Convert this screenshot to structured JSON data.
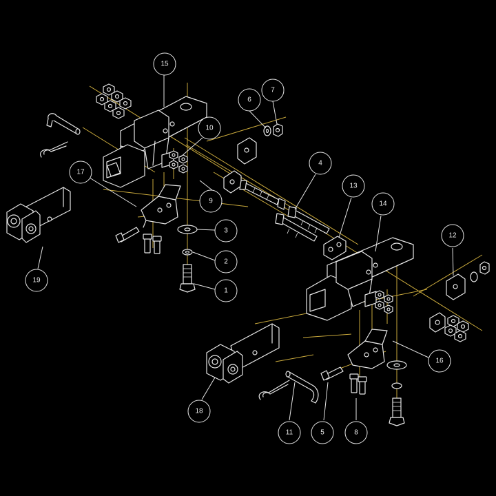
{
  "diagram": {
    "background_color": "#000000",
    "line_color": "#e6e6e6",
    "guide_color": "#c9a93c",
    "callouts": [
      "1",
      "2",
      "3",
      "4",
      "5",
      "6",
      "7",
      "8",
      "9",
      "10",
      "11",
      "12",
      "13",
      "14",
      "15",
      "16",
      "17",
      "18",
      "19"
    ]
  }
}
